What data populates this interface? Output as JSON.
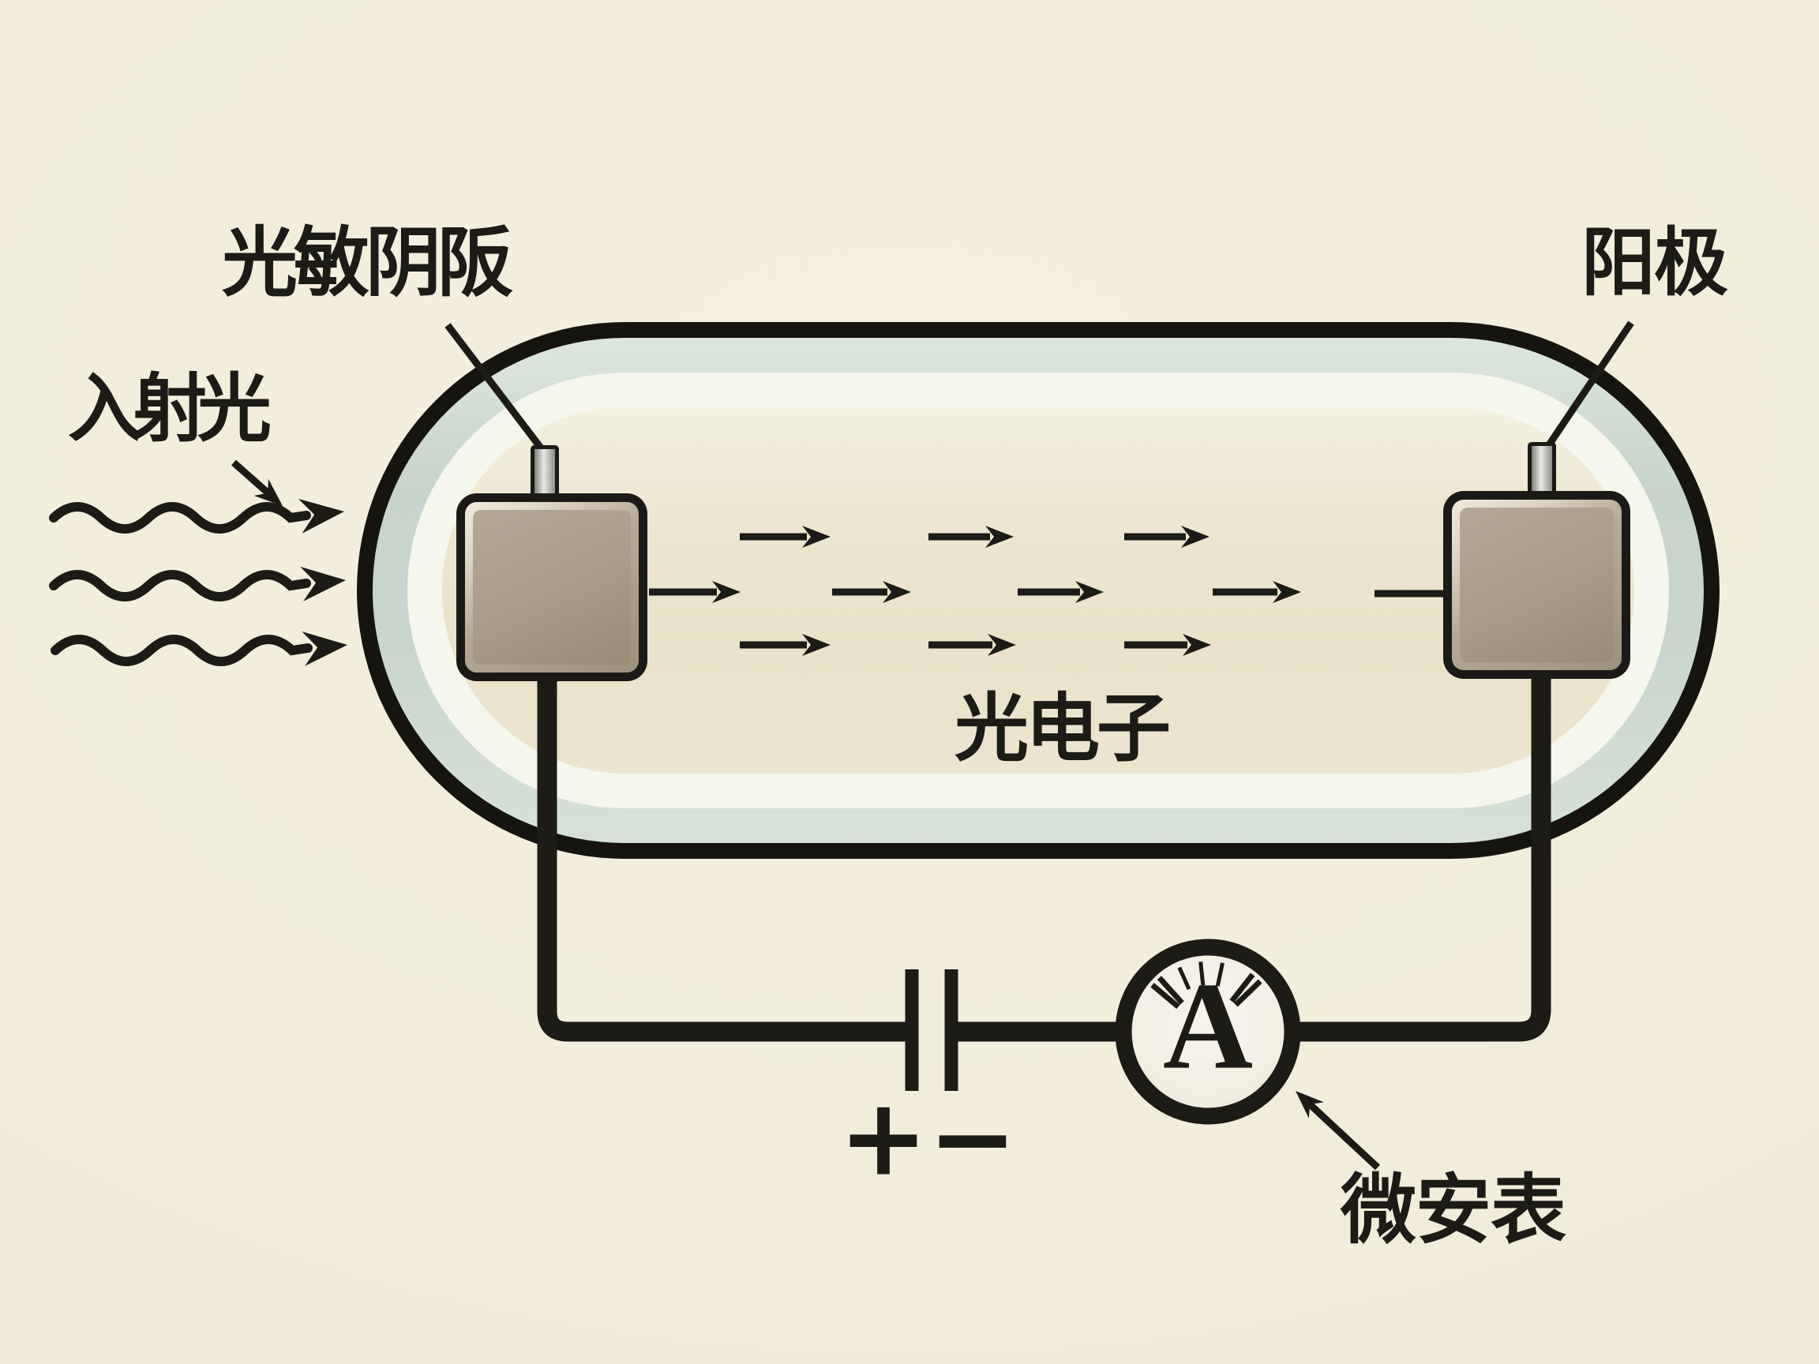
{
  "diagram": {
    "labels": {
      "photocathode": "光敏阴阪",
      "incident_light": "入射光",
      "anode": "阳极",
      "photoelectrons": "光电子",
      "microammeter": "微安表"
    },
    "ammeter": {
      "symbol": "A"
    },
    "battery": {
      "positive": "+",
      "negative": "−"
    }
  },
  "colors": {
    "background": "#f2edda",
    "ink": "#1c1b16",
    "tube_outline": "#15140f",
    "glass": "#c9d6ce",
    "glass_highlight": "#f5f6ec",
    "tube_interior": "#ece5cf",
    "electrode_fill": "#a89b88",
    "electrode_bevel": "#ded6c5",
    "electrode_outline": "#1b1a16",
    "pin_metal": "#e9e9e3",
    "meter_face": "#f1efe2"
  }
}
